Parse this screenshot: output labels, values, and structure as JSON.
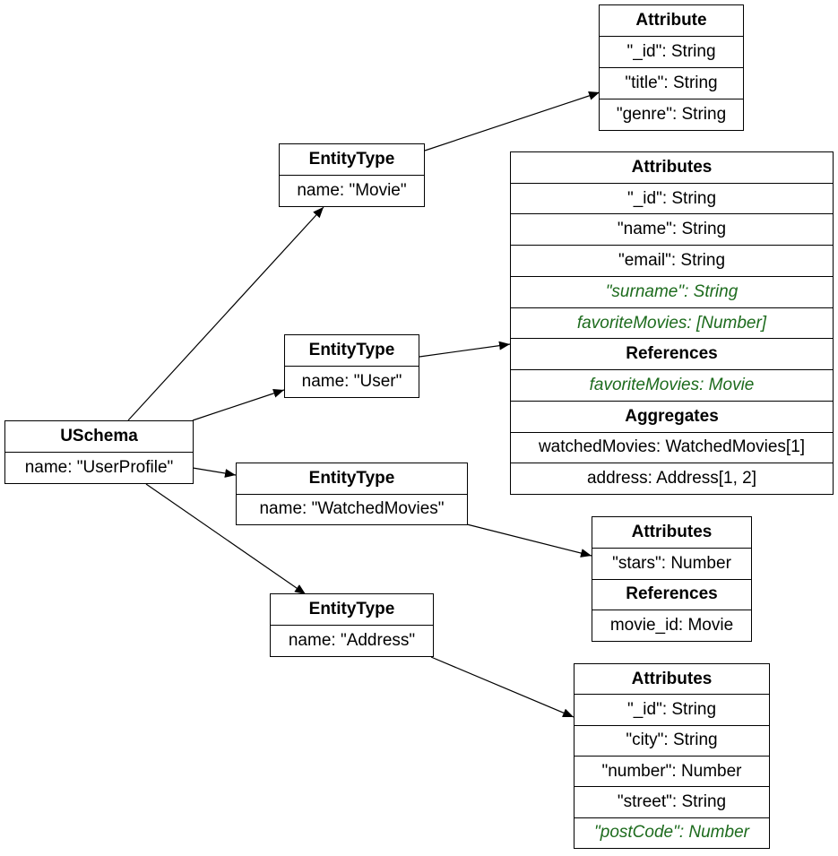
{
  "colors": {
    "optional_text": "#1d6b1d",
    "line": "#000000"
  },
  "nodes": {
    "uschema": {
      "header": "USchema",
      "name": "name: \"UserProfile\""
    },
    "movie": {
      "header": "EntityType",
      "name": "name: \"Movie\""
    },
    "user": {
      "header": "EntityType",
      "name": "name: \"User\""
    },
    "watched": {
      "header": "EntityType",
      "name": "name: \"WatchedMovies\""
    },
    "address": {
      "header": "EntityType",
      "name": "name: \"Address\""
    }
  },
  "tables": {
    "movie": {
      "header": "Attribute",
      "rows": [
        "\"_id\": String",
        "\"title\": String",
        "\"genre\": String"
      ]
    },
    "user": {
      "attributes_header": "Attributes",
      "attributes": [
        "\"_id\": String",
        "\"name\": String",
        "\"email\": String",
        "\"surname\": String",
        "favoriteMovies: [Number]"
      ],
      "references_header": "References",
      "references": [
        "favoriteMovies: Movie"
      ],
      "aggregates_header": "Aggregates",
      "aggregates": [
        "watchedMovies: WatchedMovies[1]",
        "address: Address[1, 2]"
      ]
    },
    "watched": {
      "attributes_header": "Attributes",
      "attributes": [
        "\"stars\": Number"
      ],
      "references_header": "References",
      "references": [
        "movie_id: Movie"
      ]
    },
    "address": {
      "attributes_header": "Attributes",
      "attributes": [
        "\"_id\": String",
        "\"city\": String",
        "\"number\": Number",
        "\"street\": String",
        "\"postCode\": Number"
      ]
    }
  }
}
